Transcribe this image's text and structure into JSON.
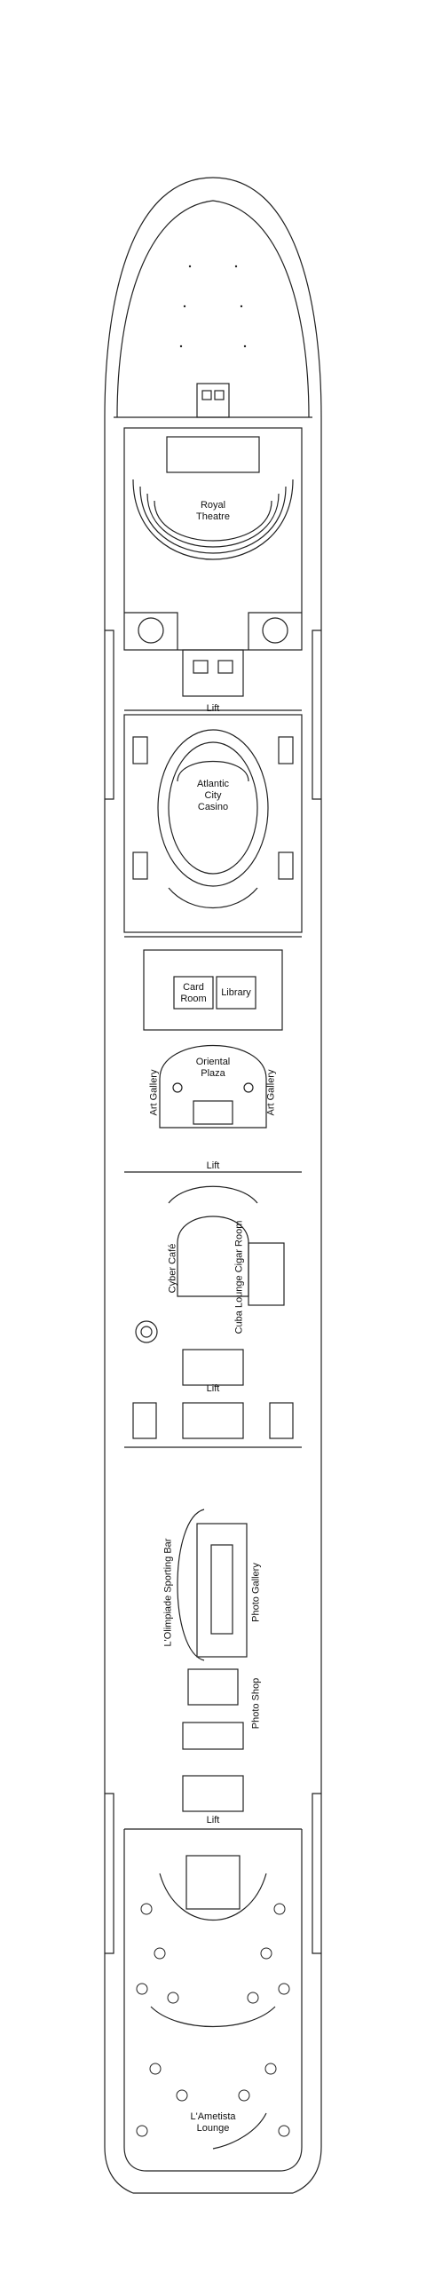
{
  "deck": {
    "labels": {
      "royal_theatre_1": "Royal",
      "royal_theatre_2": "Theatre",
      "lift_1": "Lift",
      "casino_1": "Atlantic",
      "casino_2": "City",
      "casino_3": "Casino",
      "card_room_1": "Card",
      "card_room_2": "Room",
      "library": "Library",
      "oriental_plaza_1": "Oriental",
      "oriental_plaza_2": "Plaza",
      "art_gallery_left": "Art Gallery",
      "art_gallery_right": "Art Gallery",
      "lift_2": "Lift",
      "cyber_cafe": "Cyber Café",
      "cuba_lounge": "Cuba Lounge Cigar Room",
      "lift_3": "Lift",
      "olimpiade_bar": "L'Olimpiade Sporting Bar",
      "photo_gallery": "Photo Gallery",
      "photo_shop": "Photo Shop",
      "lift_4": "Lift",
      "ametista_1": "L'Ametista",
      "ametista_2": "Lounge"
    },
    "colors": {
      "line": "#222222",
      "background": "#ffffff",
      "fill": "#f2f2f2"
    }
  }
}
